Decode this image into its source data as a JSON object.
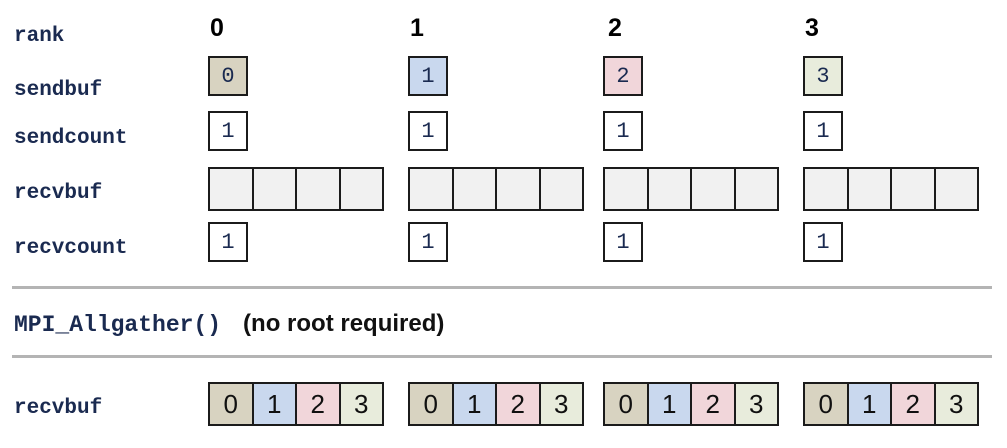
{
  "row_labels": {
    "rank": "rank",
    "sendbuf": "sendbuf",
    "sendcount": "sendcount",
    "recvbuf": "recvbuf",
    "recvcount": "recvcount",
    "result_recvbuf": "recvbuf"
  },
  "colors": {
    "rank0": "#d8d3c1",
    "rank1": "#c9d8ee",
    "rank2": "#f1d6da",
    "rank3": "#e8ecdc",
    "empty": "#f1f1f1"
  },
  "ranks": [
    {
      "rank": "0",
      "sendbuf": "0",
      "sendcount": "1",
      "recvcount": "1",
      "recvbuf_before": [
        "",
        "",
        "",
        ""
      ],
      "recvbuf_after": [
        "0",
        "1",
        "2",
        "3"
      ]
    },
    {
      "rank": "1",
      "sendbuf": "1",
      "sendcount": "1",
      "recvcount": "1",
      "recvbuf_before": [
        "",
        "",
        "",
        ""
      ],
      "recvbuf_after": [
        "0",
        "1",
        "2",
        "3"
      ]
    },
    {
      "rank": "2",
      "sendbuf": "2",
      "sendcount": "1",
      "recvcount": "1",
      "recvbuf_before": [
        "",
        "",
        "",
        ""
      ],
      "recvbuf_after": [
        "0",
        "1",
        "2",
        "3"
      ]
    },
    {
      "rank": "3",
      "sendbuf": "3",
      "sendcount": "1",
      "recvcount": "1",
      "recvbuf_before": [
        "",
        "",
        "",
        ""
      ],
      "recvbuf_after": [
        "0",
        "1",
        "2",
        "3"
      ]
    }
  ],
  "caption": {
    "function": "MPI_Allgather()",
    "note": "(no root required)"
  }
}
